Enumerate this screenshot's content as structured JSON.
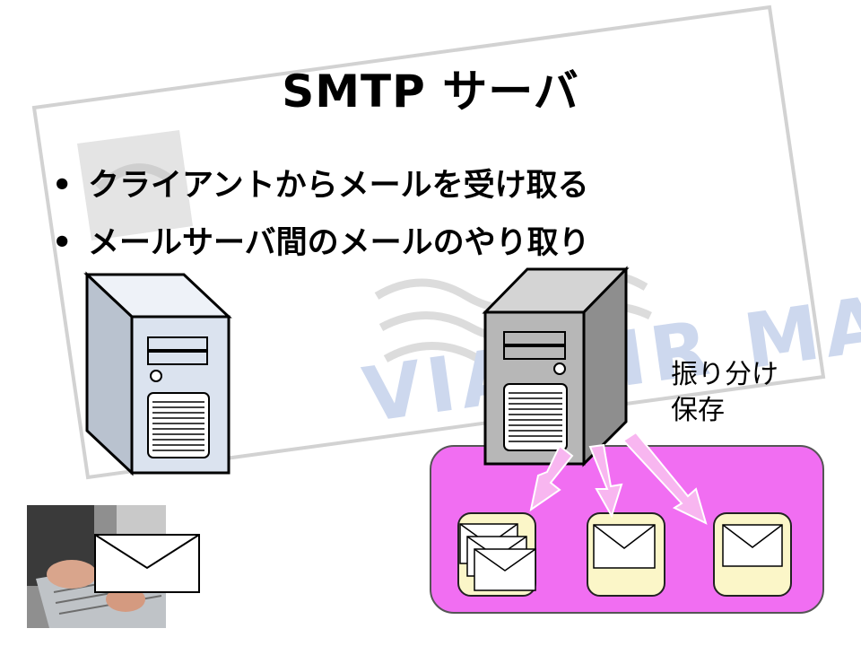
{
  "slide": {
    "title": "SMTP サーバ",
    "bullets": [
      "クライアントからメールを受け取る",
      "メールサーバ間のメールのやり取り"
    ],
    "note_lines": [
      "振り分け",
      "保存"
    ],
    "watermark_text": "VIA AIR MAIL"
  },
  "colors": {
    "inbox_panel": "#f16ef2",
    "mailbox_fill": "#fbf6c8",
    "arrow_fill": "#f8b6f0",
    "server_light": "#dbe3ef",
    "server_dark": "#b7b7b7"
  },
  "icons": [
    "client-server-icon",
    "mail-server-icon",
    "envelope-icon",
    "laptop-photo",
    "airmail-watermark"
  ]
}
